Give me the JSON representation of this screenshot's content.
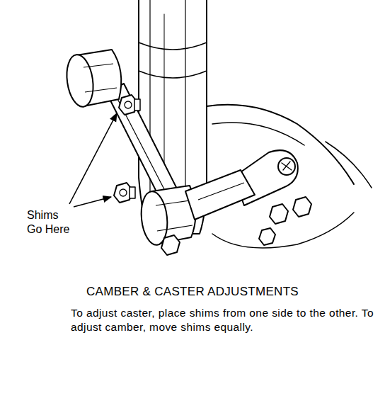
{
  "diagram": {
    "title": "CAMBER & CASTER ADJUSTMENTS",
    "caption": "To adjust caster, place shims from one side to the other. To adjust camber, move shims equally.",
    "labels": [
      "Shims Go Here"
    ]
  }
}
